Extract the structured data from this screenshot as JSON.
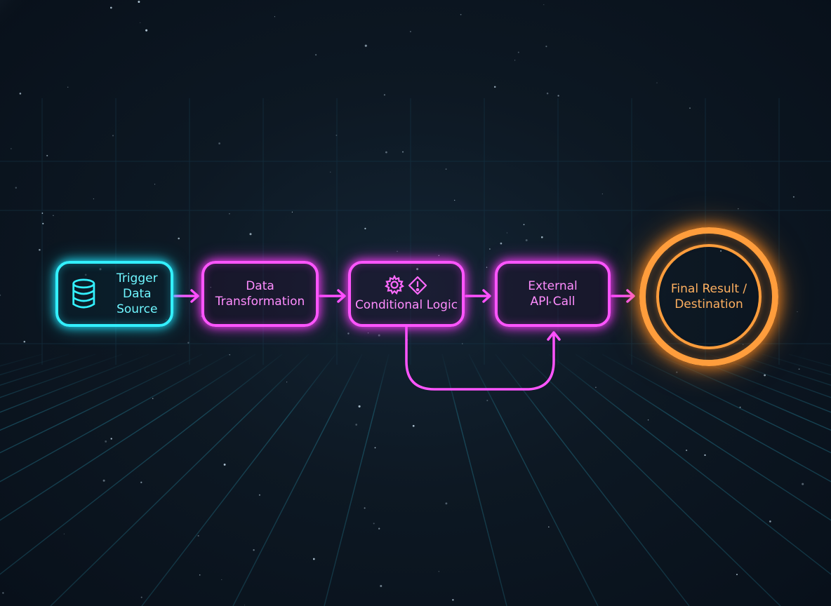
{
  "colors": {
    "background": "#0b121b",
    "grid": "#1a4a5a",
    "cyan": "#33f0ff",
    "pink": "#ff55ff",
    "orange": "#ff9d3c"
  },
  "nodes": {
    "trigger": {
      "line1": "Trigger",
      "line2": "Data Source",
      "icon": "database-icon"
    },
    "transform": {
      "line1": "Data",
      "line2": "Transformation"
    },
    "logic": {
      "label": "Conditional Logic",
      "icons": [
        "gear-icon",
        "warning-diamond-icon"
      ]
    },
    "api": {
      "line1": "External",
      "line2": "API Call"
    },
    "final": {
      "line1": "Final Result /",
      "line2": "Destination"
    }
  }
}
